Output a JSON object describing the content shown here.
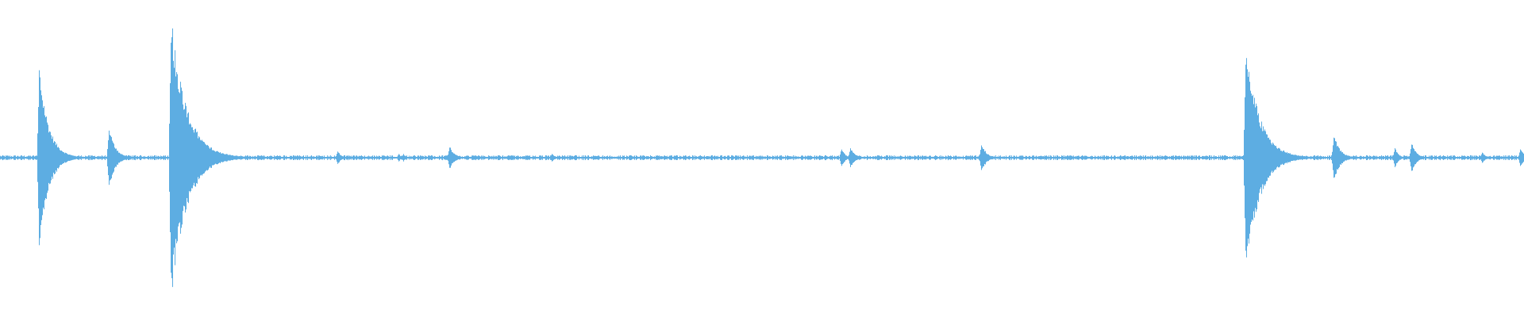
{
  "waveform": {
    "color": "#5dade2",
    "background": "#ffffff",
    "baseline_amplitude": 0.012,
    "events": [
      {
        "t": 0.0255,
        "amp": 0.6,
        "decay": 0.006
      },
      {
        "t": 0.0713,
        "amp": 0.2,
        "decay": 0.004
      },
      {
        "t": 0.112,
        "amp": 0.92,
        "decay": 0.01
      },
      {
        "t": 0.2214,
        "amp": 0.05,
        "decay": 0.002
      },
      {
        "t": 0.2615,
        "amp": 0.03,
        "decay": 0.001
      },
      {
        "t": 0.2646,
        "amp": 0.03,
        "decay": 0.001
      },
      {
        "t": 0.2948,
        "amp": 0.08,
        "decay": 0.003
      },
      {
        "t": 0.362,
        "amp": 0.03,
        "decay": 0.002
      },
      {
        "t": 0.552,
        "amp": 0.07,
        "decay": 0.002
      },
      {
        "t": 0.5578,
        "amp": 0.07,
        "decay": 0.003
      },
      {
        "t": 0.6438,
        "amp": 0.1,
        "decay": 0.003
      },
      {
        "t": 0.8172,
        "amp": 0.74,
        "decay": 0.009
      },
      {
        "t": 0.875,
        "amp": 0.15,
        "decay": 0.004
      },
      {
        "t": 0.9151,
        "amp": 0.07,
        "decay": 0.002
      },
      {
        "t": 0.926,
        "amp": 0.1,
        "decay": 0.003
      },
      {
        "t": 0.9724,
        "amp": 0.04,
        "decay": 0.002
      },
      {
        "t": 0.9975,
        "amp": 0.07,
        "decay": 0.002
      }
    ]
  }
}
